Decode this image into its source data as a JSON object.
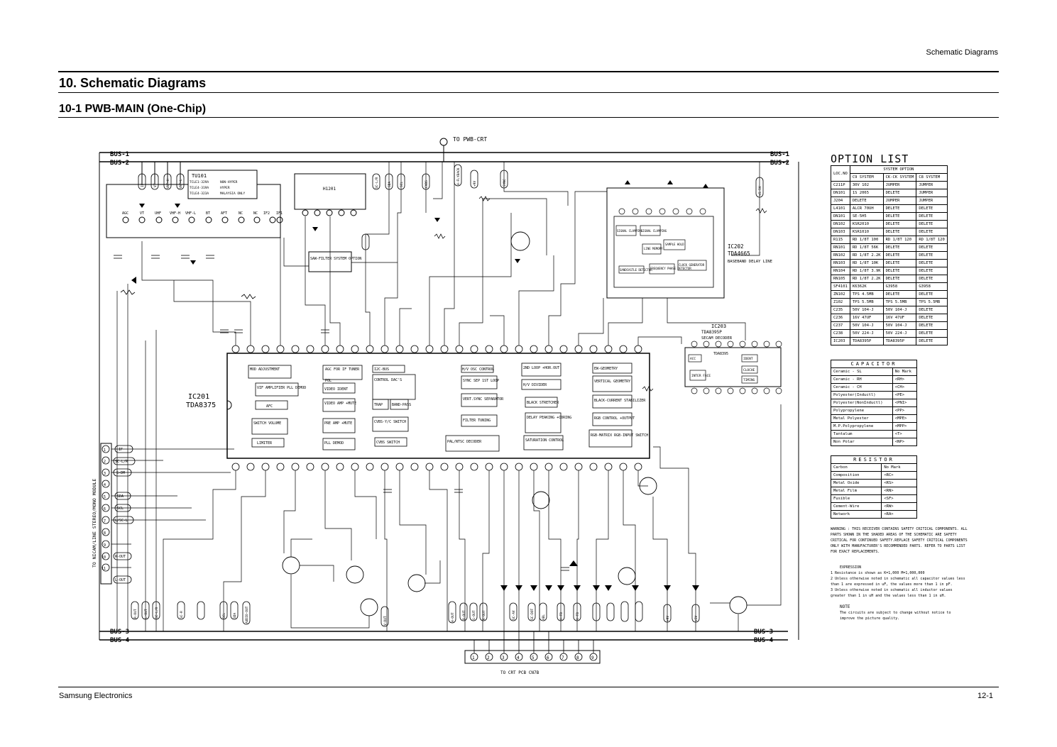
{
  "header": {
    "section_label": "Schematic Diagrams"
  },
  "title": "10. Schematic Diagrams",
  "subtitle": "10-1 PWB-MAIN (One-Chip)",
  "footer": {
    "company": "Samsung Electronics",
    "page": "12-1"
  },
  "schematic": {
    "top_connector": "TO PWB-CRT",
    "bus1": "BUS-1",
    "bus2": "BUS-2",
    "bus3": "BUS-3",
    "bus4": "BUS-4",
    "tuner_label": "TU101",
    "if_chip": "H1201",
    "saw_filter": "SAW-FILTER SYSTEM OPTION",
    "ic201": "IC201",
    "ic201_part": "TDA8375",
    "ic202": "IC202",
    "ic202_part": "TDA4665",
    "ic202_desc": "BASEBAND DELAY LINE",
    "ic203": "IC203",
    "ic203_part": "TDA8395P",
    "ic203_desc": "SECAM DECODER",
    "ic203_inner": "TDA8395",
    "side_module": "TO NICAM/LINE STEREO/MONO MODULE",
    "bottom_connector": "TO CRT PCB CN7B",
    "tuner_pins": [
      "AGC",
      "VT",
      "UHF",
      "VHF-H",
      "VHF-L",
      "BT",
      "AFT",
      "NC",
      "NC",
      "IF2",
      "IF1"
    ],
    "tuner_options": [
      [
        "TCLE1-329A",
        "NON-HYPER"
      ],
      [
        "TCLE4-319A",
        "HYPER"
      ],
      [
        "TCLE4-323A",
        "MALAYSIA ONLY"
      ]
    ],
    "ic201_blocks": [
      "MOD ADJUSTMENT",
      "AGC FOR IF TUNER",
      "I2C-BUS",
      "H/V OSC CONTROL",
      "2ND LOOP +HOR.OUT",
      "EW-GEOMETRY",
      "VIF AMPLIFIER PLL DEMOD",
      "POL",
      "CONTROL DAC'S",
      "SYNC SEP 1ST LOOP",
      "H/V DIVIDER",
      "VERTICAL GEOMETRY",
      "AFC",
      "VIDEO IDENT",
      "VERT.SYNC SEPARATOR",
      "BLACK-CURRENT STABILIZER",
      "VIDEO AMP +MUTE",
      "TRAP",
      "BAND-PASS",
      "BLACK STRETCHER",
      "SWITCH VOLUME",
      "PRE AMP +MUTE",
      "CVBS-Y/C SWITCH",
      "FILTER TUNING",
      "DELAY PEAKING +CORING",
      "RGB CONTROL +OUTPUT",
      "LIMITER",
      "PLL DEMOD",
      "CVBS SWITCH",
      "PAL/NTSC DECODER",
      "SATURATION CONTROL",
      "RGB-MATRIX RGB-INPUT SWITCH"
    ],
    "ic202_blocks": [
      "SIGNAL CLAMPING",
      "SIGNAL CLAMPING",
      "LINE MEMORY",
      "SAMPLE HOLD",
      "SANDCASTLE DETECTOR",
      "FREQUENCY PHASE DETECTOR",
      "CLOCK GENERATOR"
    ],
    "ic203_blocks": [
      "ACC",
      "IDENT",
      "INTER FACE",
      "CLOCHE",
      "TIMING"
    ],
    "side_pins": [
      {
        "num": "1",
        "sig": "IF"
      },
      {
        "num": "2",
        "sig": "SC-L/R"
      },
      {
        "num": "3",
        "sig": "S-DM"
      },
      {
        "num": "4",
        "sig": ""
      },
      {
        "num": "5",
        "sig": "SDA"
      },
      {
        "num": "6",
        "sig": "SCL"
      },
      {
        "num": "7",
        "sig": "L/SC-L"
      },
      {
        "num": "8",
        "sig": ""
      },
      {
        "num": "9",
        "sig": "R-OUT"
      },
      {
        "num": "10",
        "sig": ""
      },
      {
        "num": "11",
        "sig": "L-OUT"
      }
    ],
    "top_nets": [
      "IF",
      "VT",
      "VHF-H",
      "VHF-L",
      "SC-L/R",
      "SDA",
      "SCL",
      "CVBS",
      "H-FLYBACK",
      "+9V",
      "SYNC",
      "B-OUT",
      "+5.5V"
    ],
    "bottom_nets": [
      "R-OUT",
      "L-OUT",
      "SC-L/R",
      "SC-R",
      "SCL",
      "SDA",
      "AUDIO-OUT",
      "V-OUT",
      "H-OUT",
      "B-OUT",
      "G-OUT",
      "R-OUT",
      "SC-AV",
      "SC-DOT",
      "ABL",
      "H-FB",
      "V-FB",
      "+9V",
      "+5V"
    ]
  },
  "option_list": {
    "title": "OPTION LIST",
    "header_loc": "LOC.NO",
    "header_group": "SYSTEM OPTION",
    "columns": [
      "C9 SYSTEM",
      "CK-CK SYSTEM",
      "C8 SYSTEM"
    ],
    "rows": [
      [
        "C211P",
        "30V 102",
        "JUMPER",
        "JUMPER"
      ],
      [
        "DN101",
        "1S 2065",
        "DELETE",
        "JUMPER"
      ],
      [
        "J204",
        "DELETE",
        "JUMPER",
        "JUMPER"
      ],
      [
        "L4101",
        "ALCR 70UH",
        "DELETE",
        "DELETE"
      ],
      [
        "DN101",
        "SE-5H5",
        "DELETE",
        "DELETE"
      ],
      [
        "DN102",
        "KSR2010",
        "DELETE",
        "DELETE"
      ],
      [
        "DN103",
        "KSR1010",
        "DELETE",
        "DELETE"
      ],
      [
        "R115",
        "RD 1/8T 100",
        "RD 1/8T 120",
        "RD 1/8T 120"
      ],
      [
        "RN101",
        "RD 1/8T 56K",
        "DELETE",
        "DELETE"
      ],
      [
        "RN102",
        "RD 1/8T 2.2K",
        "DELETE",
        "DELETE"
      ],
      [
        "RN103",
        "RD 1/8T 10K",
        "DELETE",
        "DELETE"
      ],
      [
        "RN104",
        "RD 1/8T 3.9K",
        "DELETE",
        "DELETE"
      ],
      [
        "RN105",
        "RD 1/8T 2.2K",
        "DELETE",
        "DELETE"
      ],
      [
        "SF4101",
        "K6362K",
        "G3958",
        "G3958"
      ],
      [
        "ZN102",
        "TPS 4.5MB",
        "DELETE",
        "DELETE"
      ],
      [
        "Z102",
        "TPS 5.5MB",
        "TPS 5.5MB",
        "TPS 5.5MB"
      ],
      [
        "C235",
        "50V 104-J",
        "50V 104-J",
        "DELETE"
      ],
      [
        "C236",
        "16V 47UF",
        "16V 47UF",
        "DELETE"
      ],
      [
        "C237",
        "50V 104-J",
        "50V 104-J",
        "DELETE"
      ],
      [
        "C238",
        "50V 224-J",
        "50V 224-J",
        "DELETE"
      ],
      [
        "IC203",
        "TDA8395P",
        "TDA8395P",
        "DELETE"
      ]
    ]
  },
  "capacitor_table": {
    "title": "CAPACITOR",
    "rows": [
      [
        "Ceramic - SL",
        "No Mark"
      ],
      [
        "Ceramic - RH",
        "<RH>"
      ],
      [
        "Ceramic - CH",
        "<CH>"
      ],
      [
        "Polyester(Inductl)",
        "<PE>"
      ],
      [
        "Polyester(NonInductl)",
        "<PNI>"
      ],
      [
        "Polypropylene",
        "<PP>"
      ],
      [
        "Metal Polyester",
        "<MPE>"
      ],
      [
        "M.P.Polypropylene",
        "<MPP>"
      ],
      [
        "Tantalum",
        "<T>"
      ],
      [
        "Non Polar",
        "<NP>"
      ]
    ]
  },
  "resistor_table": {
    "title": "RESISTOR",
    "rows": [
      [
        "Carbon",
        "No Mark"
      ],
      [
        "Composition",
        "<RC>"
      ],
      [
        "Metal Oxide",
        "<RS>"
      ],
      [
        "Metal Film",
        "<RN>"
      ],
      [
        "Fusible",
        "<SF>"
      ],
      [
        "Cement-Wire",
        "<RW>"
      ],
      [
        "Network",
        "<RA>"
      ]
    ]
  },
  "warning": "WARNING : THIS RECEIVER CONTAINS SAFETY CRITICAL COMPONENTS. ALL PARTS SHOWN IN THE SHADED AREAS OF THE SCHEMATIC ARE SAFETY CRITICAL FOR CONTINUED SAFETY.REPLACE SAFETY CRITICAL COMPONENTS ONLY WITH MANUFACTURER'S RECOMMENDED PARTS. REFER TO PARTS LIST FOR EXACT REPLACEMENTS.",
  "expression": {
    "title": "EXPRESSION",
    "items": [
      "1  Resistance is shown as K=1,000 M=1,000,000",
      "2  Unless otherwise noted in schematic all capacitor values less than 1 are expressed in uF, the values more than 1 in pF.",
      "3  Unless otherwise noted in schematic all inductor values greater than 1 in uH and the values less than 1 in uH."
    ]
  },
  "note": {
    "title": "NOTE",
    "text": "The circuits are subject to change without notice to improve the picture quality."
  }
}
